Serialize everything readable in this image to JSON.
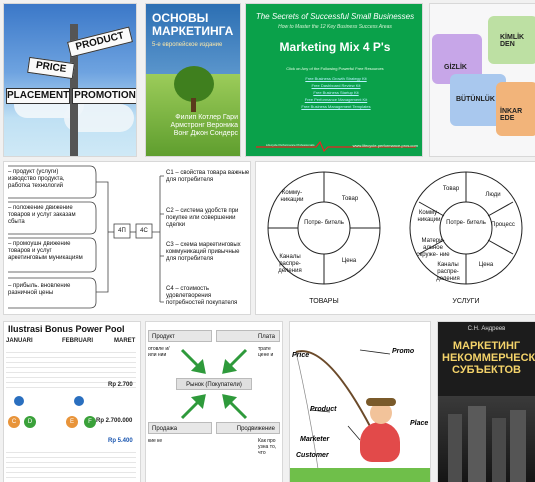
{
  "tiles": {
    "t1": {
      "signs": [
        "PRODUCT",
        "PRICE",
        "PLACEMENT",
        "PROMOTION"
      ]
    },
    "t2": {
      "title": "ОСНОВЫ МАРКЕТИНГА",
      "subtitle": "5-е европейское издание",
      "authors": "Филип Котлер Гари Армстронг Вероника Вонг Джон Сондерс"
    },
    "t3": {
      "title": "The Secrets of Successful Small Businesses",
      "subtitle": "How to Master the 12 Key Business Success Areas",
      "heading": "Marketing Mix 4 P's",
      "cta": "Click on Any of the Following Powerful Free Resources",
      "links": [
        "Free Business Growth Strategy Kit",
        "Free Dashboard Review Kit",
        "Free Business Startup Kit",
        "Free Performance Management Kit",
        "Free Business Management Templates"
      ],
      "footer": "www.lifecycle-performance-pros.com",
      "brand": "Lifecycle Performance Professionals"
    },
    "t4": {
      "labels": [
        "GİZLİK",
        "KİMLİK DEN",
        "BÜTÜNLÜK",
        "İNKAR EDE"
      ]
    },
    "t5": {
      "left": [
        "– продукт (услуги) изводство продукта, работка технологий",
        "– положение движение товаров и услуг заказам сбыта",
        "– промоушн движение товаров и услуг аркетинговым муникациям",
        "– прибыль. вновление разничной цены"
      ],
      "nodes": [
        "4П",
        "4С"
      ],
      "right": [
        "С1 – свойства товара важные для потребителя",
        "С2 – система удобств при покупке или совершении сделки",
        "С3 – схема маркетинговых коммуникаций привычные для потребителя",
        "С4 – стоимость удовлетворения потребностей покупателя"
      ]
    },
    "t6": {
      "left": {
        "center": "Потре- битель",
        "segments": [
          "Комму- никации",
          "Товар",
          "Каналы распре- деления",
          "Цена"
        ],
        "caption": "ТОВАРЫ"
      },
      "right": {
        "center": "Потре- битель",
        "segments": [
          "Товар",
          "Люди",
          "Комму- никации",
          "Процесс",
          "Матери- альное окруже- ние",
          "Каналы распре- деления",
          "Цена"
        ],
        "caption": "УСЛУГИ"
      }
    },
    "t7": {
      "title": "Ilustrasi Bonus Power Pool",
      "columns": [
        "JANUARI",
        "FEBRUARI",
        "MARET"
      ],
      "amounts": [
        "Rp 2.700",
        "Rp 2.700.000",
        "Rp 5.400"
      ],
      "nodes": [
        "C",
        "D",
        "E",
        "F"
      ]
    },
    "t8": {
      "headers": [
        "Продукт",
        "Плата"
      ],
      "center": "Рынок (Покупатели)",
      "footers": [
        "Продажа",
        "Продвижение"
      ],
      "cells": [
        "отовле и/или нии",
        "трате цене и",
        "кие ке",
        "Как про узна то, что"
      ]
    },
    "t9": {
      "labels": [
        "Price",
        "Promo",
        "Product",
        "Marketer",
        "Customer",
        "Place"
      ]
    },
    "t10": {
      "author": "С.Н. Андреев",
      "title": "МАРКЕТИНГ НЕКОММЕРЧЕСКИХ СУБЪЕКТОВ"
    }
  },
  "colors": {
    "green": "#0aa14a",
    "sky": "#6ea3e0",
    "bookBlue": "#2c6fb3",
    "arrowGreen": "#2e9a3b"
  }
}
